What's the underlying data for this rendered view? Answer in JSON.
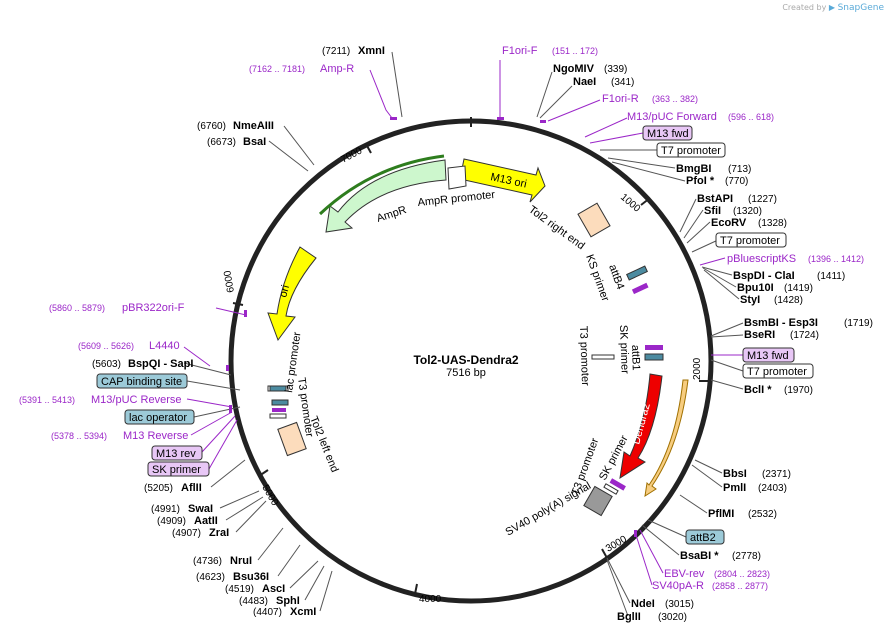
{
  "credit": {
    "prefix": "Created by",
    "brand": "SnapGene"
  },
  "plasmid": {
    "name": "Tol2-UAS-Dendra2",
    "length_label": "7516 bp",
    "total_bp": 7516
  },
  "ticks": [
    "1000",
    "2000",
    "3000",
    "4000",
    "5000",
    "6000",
    "7000"
  ],
  "sites": [
    {
      "name": "XmnI",
      "coord": "(7211)"
    },
    {
      "name": "NgoMIV",
      "coord": "(339)"
    },
    {
      "name": "NaeI",
      "coord": "(341)"
    },
    {
      "name": "NmeAIII",
      "coord": "(6760)"
    },
    {
      "name": "BsaI",
      "coord": "(6673)"
    },
    {
      "name": "BmgBI",
      "coord": "(713)"
    },
    {
      "name": "PfoI *",
      "coord": "(770)"
    },
    {
      "name": "BstAPI",
      "coord": "(1227)"
    },
    {
      "name": "SfiI",
      "coord": "(1320)"
    },
    {
      "name": "EcoRV",
      "coord": "(1328)"
    },
    {
      "name": "BspDI - ClaI",
      "coord": "(1411)"
    },
    {
      "name": "Bpu10I",
      "coord": "(1419)"
    },
    {
      "name": "StyI",
      "coord": "(1428)"
    },
    {
      "name": "BsmBI - Esp3I",
      "coord": "(1719)"
    },
    {
      "name": "BseRI",
      "coord": "(1724)"
    },
    {
      "name": "BclI *",
      "coord": "(1970)"
    },
    {
      "name": "BspQI - SapI",
      "coord": "(5603)"
    },
    {
      "name": "AflII",
      "coord": "(5205)"
    },
    {
      "name": "SwaI",
      "coord": "(4991)"
    },
    {
      "name": "AatII",
      "coord": "(4909)"
    },
    {
      "name": "ZraI",
      "coord": "(4907)"
    },
    {
      "name": "NruI",
      "coord": "(4736)"
    },
    {
      "name": "Bsu36I",
      "coord": "(4623)"
    },
    {
      "name": "AscI",
      "coord": "(4519)"
    },
    {
      "name": "SphI",
      "coord": "(4483)"
    },
    {
      "name": "XcmI",
      "coord": "(4407)"
    },
    {
      "name": "BbsI",
      "coord": "(2371)"
    },
    {
      "name": "PmlI",
      "coord": "(2403)"
    },
    {
      "name": "PflMI",
      "coord": "(2532)"
    },
    {
      "name": "BsaBI *",
      "coord": "(2778)"
    },
    {
      "name": "NdeI",
      "coord": "(3015)"
    },
    {
      "name": "BglII",
      "coord": "(3020)"
    }
  ],
  "primers": [
    {
      "name": "Amp-R",
      "coord": "(7162 .. 7181)"
    },
    {
      "name": "F1ori-F",
      "coord": "(151 .. 172)"
    },
    {
      "name": "F1ori-R",
      "coord": "(363 .. 382)"
    },
    {
      "name": "M13/pUC Forward",
      "coord": "(596 .. 618)"
    },
    {
      "name": "pBluescriptKS",
      "coord": "(1396 .. 1412)"
    },
    {
      "name": "pBR322ori-F",
      "coord": "(5860 .. 5879)"
    },
    {
      "name": "L4440",
      "coord": "(5609 .. 5626)"
    },
    {
      "name": "M13/pUC Reverse",
      "coord": "(5391 .. 5413)"
    },
    {
      "name": "M13 Reverse",
      "coord": "(5378 .. 5394)"
    },
    {
      "name": "EBV-rev",
      "coord": "(2804 .. 2823)"
    },
    {
      "name": "SV40pA-R",
      "coord": "(2858 .. 2877)"
    }
  ],
  "boxed_labels": [
    {
      "text": "M13 fwd",
      "kind": "primer"
    },
    {
      "text": "T7 promoter",
      "kind": "promoter"
    },
    {
      "text": "T7 promoter",
      "kind": "promoter"
    },
    {
      "text": "M13 fwd",
      "kind": "primer"
    },
    {
      "text": "T7 promoter",
      "kind": "promoter"
    },
    {
      "text": "CAP binding site",
      "kind": "protein_bind"
    },
    {
      "text": "lac operator",
      "kind": "protein_bind"
    },
    {
      "text": "M13 rev",
      "kind": "primer"
    },
    {
      "text": "SK primer",
      "kind": "primer"
    },
    {
      "text": "attB2",
      "kind": "protein_bind"
    }
  ],
  "features": [
    {
      "label": "M13 ori"
    },
    {
      "label": "AmpR promoter"
    },
    {
      "label": "AmpR"
    },
    {
      "label": "ori"
    },
    {
      "label": "Tol2 right end"
    },
    {
      "label": "KS primer"
    },
    {
      "label": "attB4"
    },
    {
      "label": "T3 promoter"
    },
    {
      "label": "SK primer"
    },
    {
      "label": "attB1"
    },
    {
      "label": "Dendra2"
    },
    {
      "label": "T3 promoter"
    },
    {
      "label": "SK primer"
    },
    {
      "label": "SV40 poly(A) signal"
    },
    {
      "label": "lac promoter"
    },
    {
      "label": "T3 promoter"
    },
    {
      "label": "Tol2 left end"
    }
  ],
  "colors": {
    "backbone": "#222222",
    "primer_text": "#9b27c8",
    "primer_box_fill": "#e8c7f6",
    "promoter_box_fill": "#ffffff",
    "protein_bind_fill": "#9ccad8",
    "ori_fill": "#ffff00",
    "ampr_fill": "#cdf7cd",
    "dendra2_fill": "#ee0000",
    "utr_fill": "#f7cd80",
    "tol2_fill": "#fcdcbc",
    "terminator_fill": "#999999"
  }
}
